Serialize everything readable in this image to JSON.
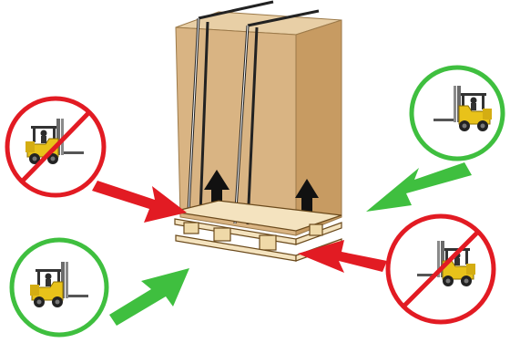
{
  "colors": {
    "allowed": "#3fbf3f",
    "forbidden": "#e21b23",
    "box_front": "#d9b483",
    "box_side": "#c79b62",
    "box_top": "#e8cfa6",
    "pallet": "#f4e3bf",
    "forklift_body": "#e8c21a",
    "up_arrow": "#111111"
  },
  "icons": {
    "forklift": "forklift-icon",
    "allowed": "allowed-circle-icon",
    "forbidden": "prohibited-circle-icon",
    "direction": "direction-arrow-icon",
    "up": "this-side-up-arrow-icon"
  },
  "approaches": [
    {
      "id": "left-top",
      "permitted": false
    },
    {
      "id": "right-top",
      "permitted": true
    },
    {
      "id": "left-bottom",
      "permitted": true
    },
    {
      "id": "right-bottom",
      "permitted": false
    }
  ]
}
